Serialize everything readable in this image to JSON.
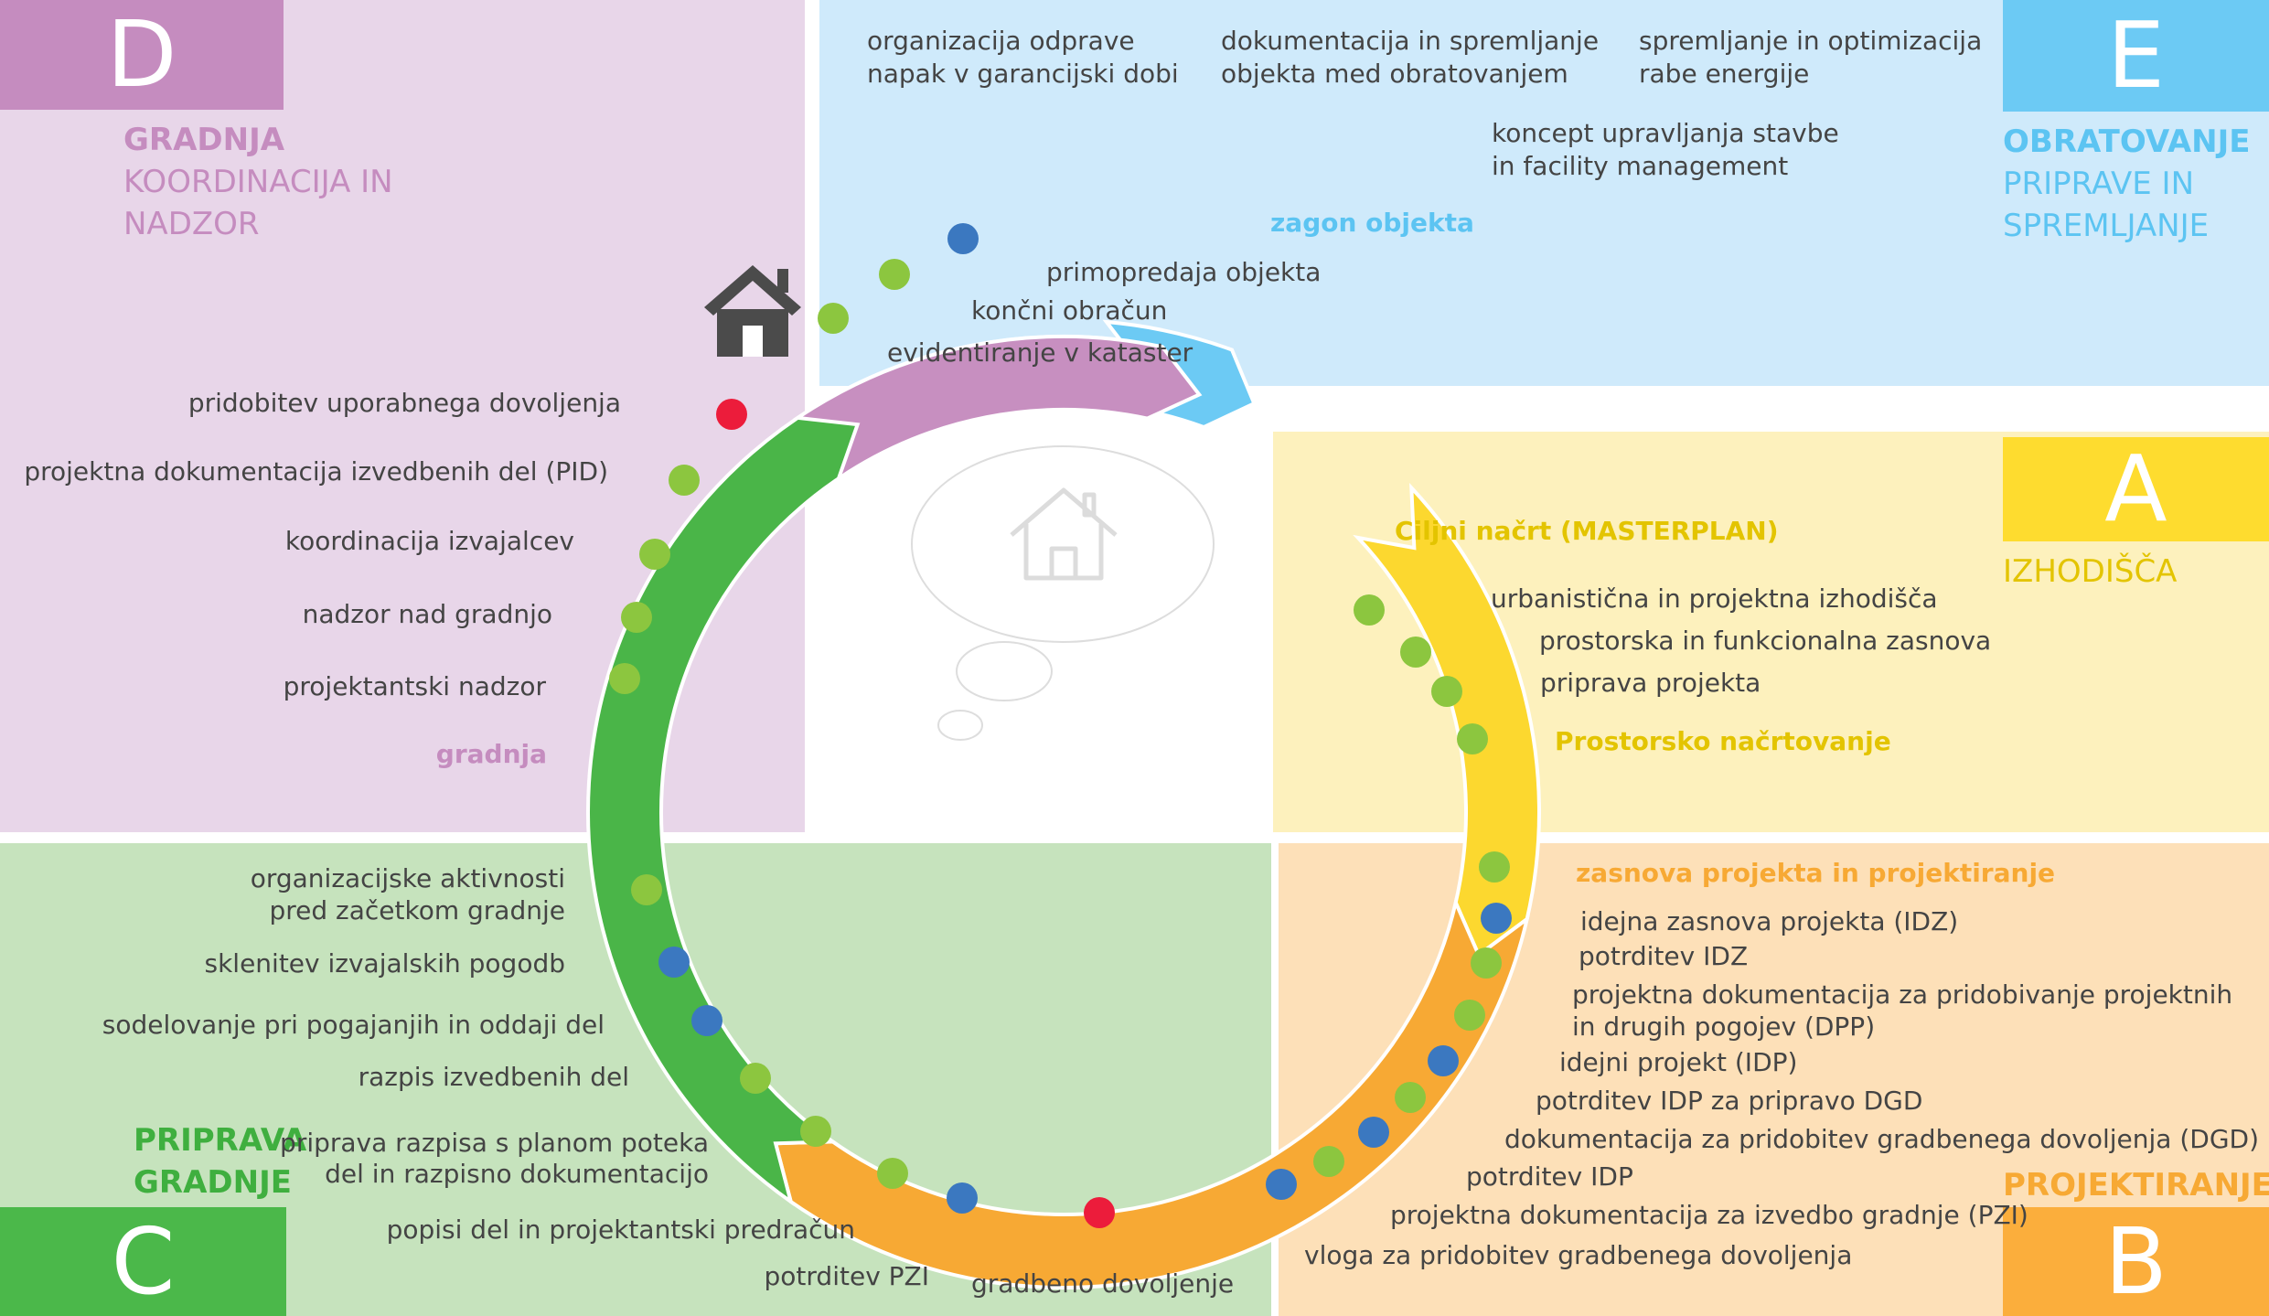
{
  "colors": {
    "panel_d": "#e8d6e9",
    "letter_d": "#c58cbf",
    "arc_d": "#c78fc0",
    "panel_e": "#cfeafb",
    "letter_e": "#6ccaf4",
    "arc_e": "#6ccaf4",
    "panel_a": "#fdf1bd",
    "letter_a": "#fedc2f",
    "arc_a": "#fcd82f",
    "panel_b": "#fde0b8",
    "letter_b": "#fbae3c",
    "arc_b": "#f7a934",
    "panel_c": "#c6e3bd",
    "letter_c": "#4bb84a",
    "arc_c": "#4ab548",
    "dot_green": "#8cc63f",
    "dot_blue": "#3b78c0",
    "dot_red": "#ec1c3b",
    "house": "#4b4b4b"
  },
  "phase_d": {
    "letter": "D",
    "title": "GRADNJA",
    "subtitle_1": "KOORDINACIJA IN",
    "subtitle_2": "NADZOR",
    "items": [
      "pridobitev uporabnega dovoljenja",
      "projektna dokumentacija izvedbenih del (PID)",
      "koordinacija izvajalcev",
      "nadzor nad gradnjo",
      "projektantski nadzor"
    ],
    "stage_label": "gradnja"
  },
  "phase_e": {
    "letter": "E",
    "title": "OBRATOVANJE",
    "subtitle_1": "PRIPRAVE IN",
    "subtitle_2": "SPREMLJANJE",
    "top_items": [
      {
        "line1": "organizacija odprave",
        "line2": "napak v garancijski dobi"
      },
      {
        "line1": "dokumentacija in spremljanje",
        "line2": "objekta med obratovanjem"
      },
      {
        "line1": "spremljanje in optimizacija",
        "line2": "rabe energije"
      }
    ],
    "concept_1": "koncept upravljanja stavbe",
    "concept_2": "in facility management",
    "stage_label": "zagon objekta",
    "items": [
      "primopredaja objekta",
      "končni obračun",
      "evidentiranje v kataster"
    ]
  },
  "phase_a": {
    "letter": "A",
    "title": "IZHODIŠČA",
    "stage_top": "Ciljni načrt (MASTERPLAN)",
    "items": [
      "urbanistična in projektna izhodišča",
      "prostorska in funkcionalna zasnova",
      "priprava projekta"
    ],
    "stage_bottom": "Prostorsko načrtovanje"
  },
  "phase_b": {
    "letter": "B",
    "title": "PROJEKTIRANJE",
    "stage_top": "zasnova projekta in projektiranje",
    "items": [
      "idejna zasnova projekta (IDZ)",
      "potrditev IDZ",
      "projektna dokumentacija za pridobivanje projektnih",
      "in drugih pogojev (DPP)",
      "idejni projekt (IDP)",
      "potrditev IDP za pripravo DGD",
      "dokumentacija za pridobitev gradbenega dovoljenja (DGD)",
      "potrditev IDP",
      "projektna dokumentacija za izvedbo gradnje (PZI)",
      "vloga za pridobitev gradbenega dovoljenja"
    ]
  },
  "phase_c": {
    "letter": "C",
    "title_1": "PRIPRAVA",
    "title_2": "GRADNJE",
    "items": [
      "organizacijske aktivnosti",
      "pred začetkom gradnje",
      "sklenitev izvajalskih pogodb",
      "sodelovanje pri pogajanjih in oddaji del",
      "razpis izvedbenih del",
      "priprava razpisa s planom poteka",
      "del in razpisno dokumentacijo",
      "popisi del in projektantski predračun",
      "potrditev PZI",
      "gradbeno dovoljenje"
    ]
  }
}
